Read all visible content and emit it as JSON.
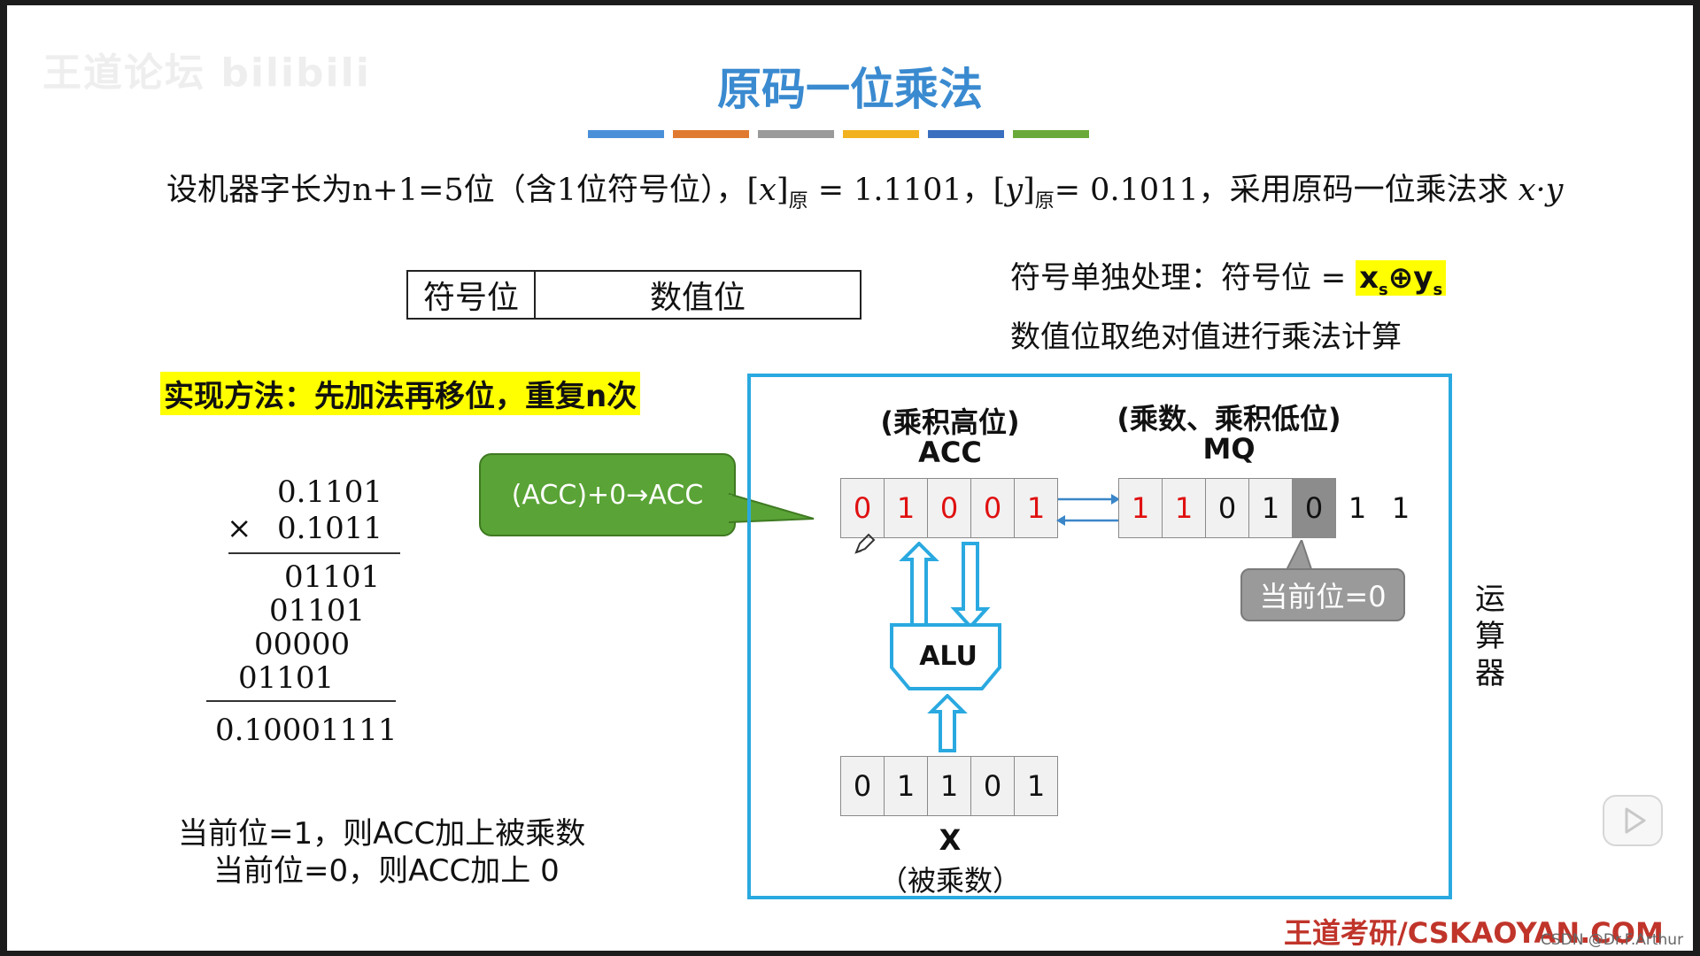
{
  "watermark": "王道论坛 bilibili",
  "title": "原码一位乘法",
  "colors": {
    "accent_blue": "#3a8ad0",
    "bars": [
      "#4a90d9",
      "#e07a30",
      "#9a9a9a",
      "#f2b21f",
      "#3a6fbf",
      "#6aaa3a"
    ],
    "frame": "#2aa9e0",
    "callout_green": "#5aa336",
    "highlight": "#ffff00",
    "red_bits": "#e01010",
    "footer": "#c0342a"
  },
  "problem": {
    "part1": "设机器字长为n+1=5位（含1位符号位），[",
    "x_var": "x",
    "part2": "]",
    "sub1": "原",
    "part3": " = 1.1101，[",
    "y_var": "y",
    "part4": "]",
    "sub2": "原",
    "part5": "= 0.1011，采用原码一位乘法求 ",
    "expr": "x·y"
  },
  "format_box": {
    "sign": "符号位",
    "value": "数值位"
  },
  "rules": {
    "sign_prefix": "符号单独处理：符号位 = ",
    "xs_base": "x",
    "xs_sub": "s",
    "xor": "⊕",
    "ys_base": "y",
    "ys_sub": "s",
    "value_line": "数值位取绝对值进行乘法计算"
  },
  "method": "实现方法：先加法再移位，重复n次",
  "calc": {
    "multiplicand": "0.1101",
    "times": "×",
    "multiplier": "0.1011",
    "partials": [
      "01101",
      "01101",
      "00000",
      "01101"
    ],
    "result": "0.10001111"
  },
  "notes": [
    "当前位=1，则ACC加上被乘数",
    "当前位=0，则ACC加上 0"
  ],
  "callout": "(ACC)+0→ACC",
  "registers": {
    "acc_label1": "(乘积高位)",
    "acc_label2": "ACC",
    "mq_label1": "(乘数、乘积低位)",
    "mq_label2": "MQ",
    "acc_bits": [
      "0",
      "1",
      "0",
      "0",
      "1"
    ],
    "mq_bits": [
      "1",
      "1",
      "0",
      "1",
      "0"
    ],
    "mq_extra": [
      "1",
      "1"
    ],
    "x_bits": [
      "0",
      "1",
      "1",
      "0",
      "1"
    ],
    "x_label1": "X",
    "x_label2": "（被乘数）",
    "alu": "ALU",
    "current_bit_tag": "当前位=0"
  },
  "side_label": [
    "运",
    "算",
    "器"
  ],
  "footer": "王道考研/CSKAOYAN.COM",
  "credit": "CSDN @Dr.F.Arthur"
}
